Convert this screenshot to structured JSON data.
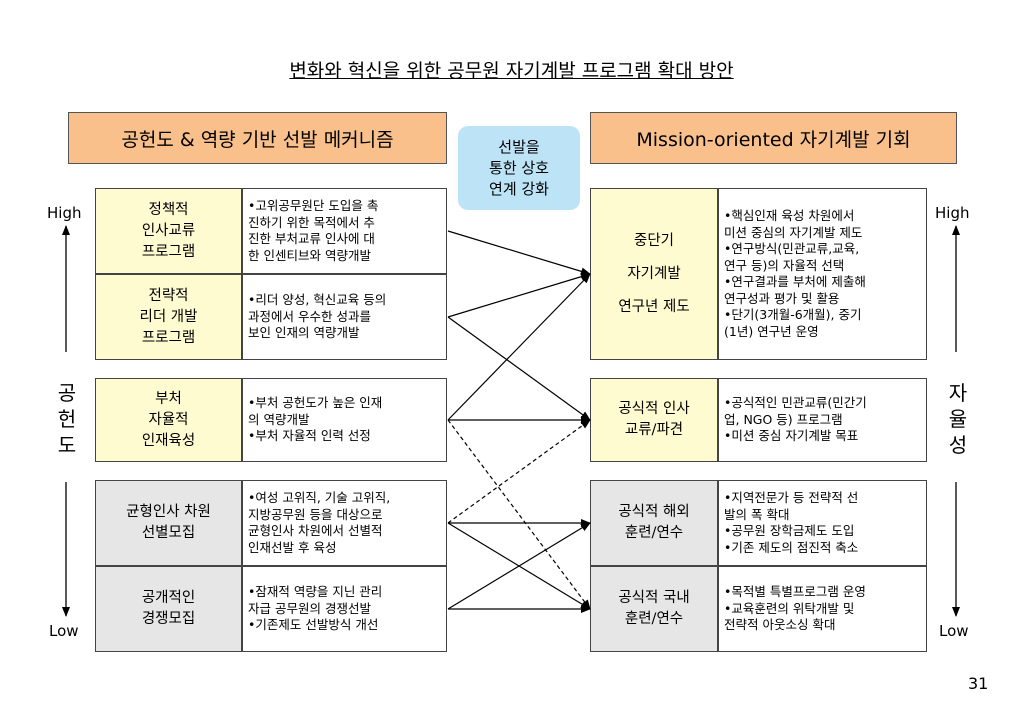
{
  "title": "변화와 혁신을 위한 공무원 자기계발 프로그램 확대 방안",
  "left_header": "공헌도 & 역량 기반 선발 메커니즘",
  "right_header": "Mission-oriented 자기계발 기회",
  "center_label": [
    "선발을",
    "통한 상호",
    "연계 강화"
  ],
  "left_axis": {
    "high": "High",
    "low": "Low",
    "label": [
      "공",
      "헌",
      "도"
    ]
  },
  "right_axis": {
    "high": "High",
    "low": "Low",
    "label": [
      "자",
      "율",
      "성"
    ]
  },
  "left_rows": [
    {
      "name": [
        "정책적",
        "인사교류",
        "프로그램"
      ],
      "desc": [
        "•고위공무원단 도입을 촉",
        "진하기 위한 목적에서 추",
        "진한 부처교류 인사에 대",
        "한 인센티브와 역량개발"
      ]
    },
    {
      "name": [
        "전략적",
        "리더 개발",
        "프로그램"
      ],
      "desc": [
        "•리더 양성, 혁신교육 등의",
        "과정에서 우수한 성과를",
        "보인 인재의 역량개발"
      ]
    },
    {
      "name": [
        "부처",
        "자율적",
        "인재육성"
      ],
      "desc": [
        "•부처 공헌도가 높은 인재",
        "의 역량개발",
        "•부처 자율적 인력 선정"
      ]
    },
    {
      "name": [
        "균형인사 차원",
        "선별모집"
      ],
      "desc": [
        "•여성 고위직, 기술 고위직,",
        "지방공무원 등을 대상으로",
        "균형인사 차원에서 선별적",
        "인재선발 후 육성"
      ]
    },
    {
      "name": [
        "공개적인",
        "경쟁모집"
      ],
      "desc": [
        "•잠재적 역량을 지닌 관리",
        "자급 공무원의 경쟁선발",
        "•기존제도 선발방식 개선"
      ]
    }
  ],
  "right_rows": [
    {
      "name": [
        "중단기",
        "",
        "자기계발",
        "",
        "연구년 제도"
      ],
      "desc": [
        "•핵심인재 육성 차원에서",
        "미션 중심의 자기계발 제도",
        "•연구방식(민관교류,교육,",
        "연구 등)의 자율적 선택",
        "•연구결과를 부처에 제출해",
        "연구성과 평가 및 활용",
        "•단기(3개월-6개월), 중기",
        "(1년) 연구년 운영"
      ]
    },
    {
      "name": [
        "공식적 인사",
        "교류/파견"
      ],
      "desc": [
        "•공식적인 민관교류(민간기",
        "업, NGO 등) 프로그램",
        "•미션 중심 자기계발 목표"
      ]
    },
    {
      "name": [
        "공식적 해외",
        "훈련/연수"
      ],
      "desc": [
        "•지역전문가 등 전략적 선",
        "발의 폭 확대",
        "•공무원 장학금제도 도입",
        "•기존 제도의 점진적 축소"
      ]
    },
    {
      "name": [
        "공식적 국내",
        "훈련/연수"
      ],
      "desc": [
        "•목적별 특별프로그램 운영",
        "•교육훈련의 위탁개발 및",
        "전략적 아웃소싱 확대"
      ]
    }
  ],
  "page_number": "31",
  "colors": {
    "header_orange": "#f9c08c",
    "center_blue": "#bde3f7",
    "yellow": "#fffbd0",
    "gray": "#e6e6e6"
  }
}
